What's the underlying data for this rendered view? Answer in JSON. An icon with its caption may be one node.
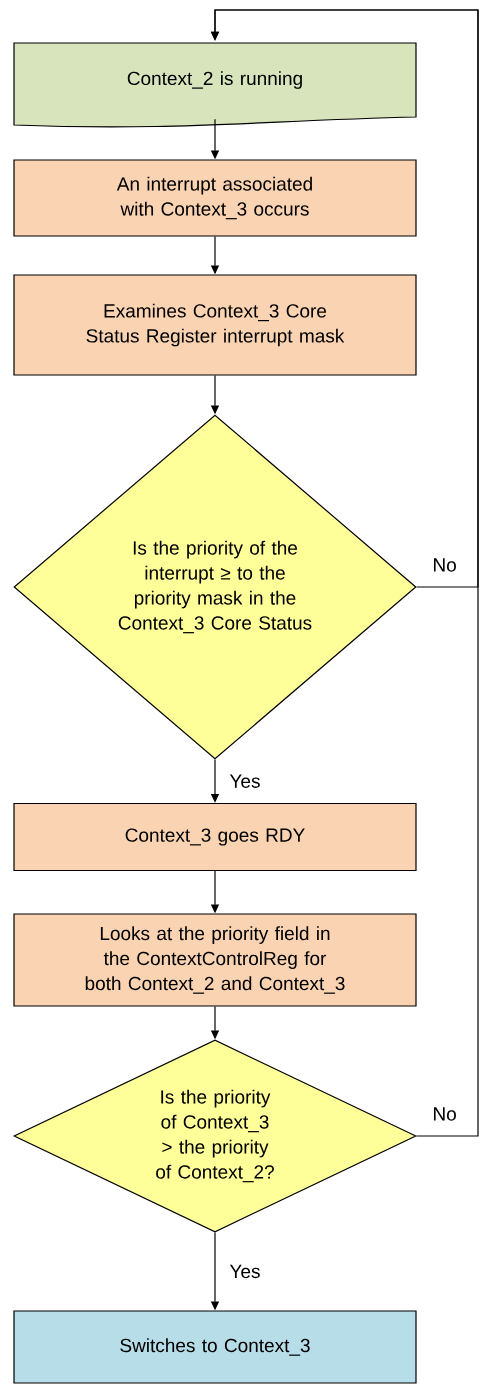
{
  "diagram": {
    "nodes": [
      {
        "text": [
          "Context_2 is running"
        ]
      },
      {
        "text": [
          "An interrupt associated with Context_3 occurs"
        ]
      },
      {
        "text": [
          "Examines Context_3 Core Status Register interrupt mask"
        ]
      },
      {
        "text": [
          "Is the priority of the interrupt ≥ to the priority mask in the Context_3 Core Status"
        ]
      },
      {
        "text": [
          "Context_3 goes RDY"
        ]
      },
      {
        "text": [
          "Looks at the priority field in the ContextControlReg for both Context_2 and Context_3"
        ]
      },
      {
        "text": [
          "Is the priority of Context_3 > the priority of Context_2?"
        ]
      },
      {
        "text": [
          "Switches to Context_3"
        ]
      }
    ],
    "edges": [
      {
        "from": 0,
        "to": 1,
        "arrow": "to"
      },
      {
        "from": 1,
        "to": 2,
        "arrow": "to"
      },
      {
        "from": 2,
        "to": 3,
        "arrow": "to"
      },
      {
        "from": 3,
        "to": 4,
        "arrow": "to",
        "label": "Yes"
      },
      {
        "from": 4,
        "to": 5,
        "arrow": "to"
      },
      {
        "from": 5,
        "to": 6,
        "arrow": "to"
      },
      {
        "from": 6,
        "to": 7,
        "arrow": "to",
        "label": "Yes"
      },
      {
        "from": 3,
        "to": 0,
        "arrow": "to",
        "label": "No"
      },
      {
        "from": 6,
        "to": 0,
        "arrow": "to",
        "label": "No"
      }
    ]
  }
}
